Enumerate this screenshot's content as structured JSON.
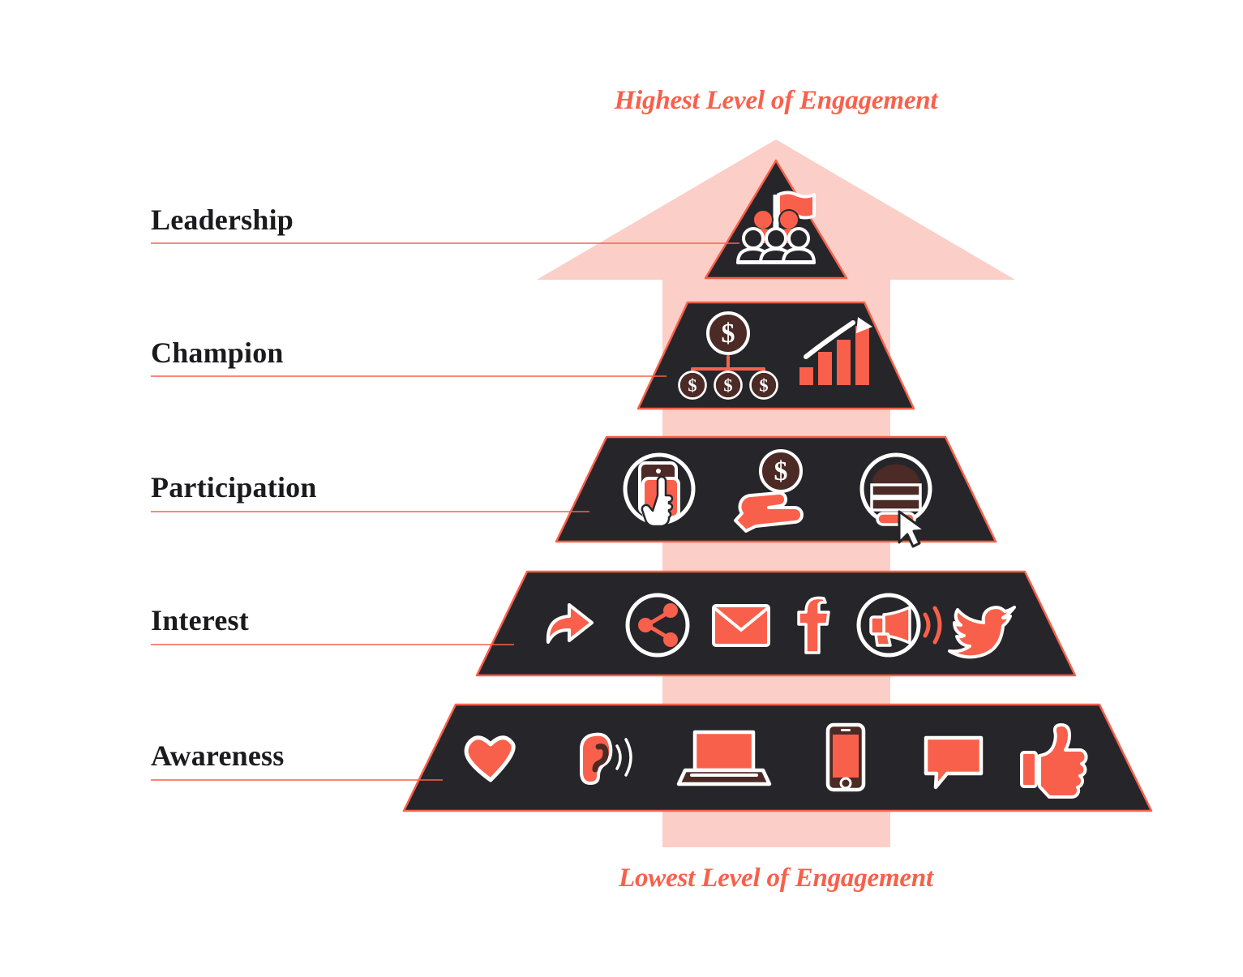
{
  "diagram": {
    "title_top": "Highest Level of Engagement",
    "title_bottom": "Lowest Level of Engagement",
    "type": "engagement-pyramid",
    "colors": {
      "accent_coral": "#F9604B",
      "accent_coral_light": "#FBCFC7",
      "tier_dark": "#26262A",
      "icon_brown": "#4C2A26",
      "icon_white": "#FFFFFF",
      "label_text": "#1B1B1F",
      "background": "#FFFFFF"
    }
  },
  "tiers": [
    {
      "id": "leadership",
      "label": "Leadership",
      "rank": 5,
      "icons": [
        {
          "name": "team-flag-icon",
          "label": "Team with flag"
        }
      ]
    },
    {
      "id": "champion",
      "label": "Champion",
      "rank": 4,
      "icons": [
        {
          "name": "dollar-hierarchy-icon",
          "label": "Dollar org chart"
        },
        {
          "name": "growth-bar-chart-icon",
          "label": "Growth bar chart"
        }
      ]
    },
    {
      "id": "participation",
      "label": "Participation",
      "rank": 3,
      "icons": [
        {
          "name": "mobile-tap-icon",
          "label": "Tap on mobile device"
        },
        {
          "name": "hand-donation-icon",
          "label": "Hand receiving dollar"
        },
        {
          "name": "signup-form-icon",
          "label": "Sign-up form with cursor"
        }
      ]
    },
    {
      "id": "interest",
      "label": "Interest",
      "rank": 2,
      "icons": [
        {
          "name": "forward-arrow-icon",
          "label": "Forward"
        },
        {
          "name": "share-icon",
          "label": "Share"
        },
        {
          "name": "envelope-icon",
          "label": "Email"
        },
        {
          "name": "facebook-icon",
          "label": "Facebook"
        },
        {
          "name": "megaphone-icon",
          "label": "Megaphone"
        },
        {
          "name": "twitter-icon",
          "label": "Twitter"
        }
      ]
    },
    {
      "id": "awareness",
      "label": "Awareness",
      "rank": 1,
      "icons": [
        {
          "name": "heart-icon",
          "label": "Heart"
        },
        {
          "name": "ear-listening-icon",
          "label": "Listening ear"
        },
        {
          "name": "laptop-icon",
          "label": "Laptop"
        },
        {
          "name": "smartphone-icon",
          "label": "Smartphone"
        },
        {
          "name": "speech-bubble-icon",
          "label": "Comment"
        },
        {
          "name": "thumbs-up-icon",
          "label": "Thumbs up"
        }
      ]
    }
  ]
}
